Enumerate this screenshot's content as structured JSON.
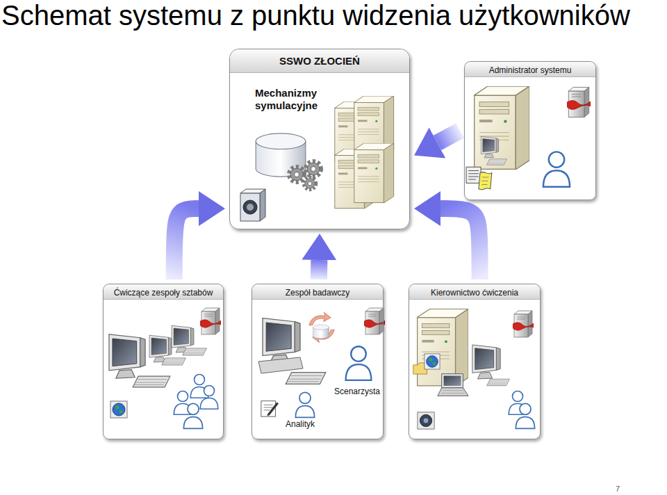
{
  "diagram": {
    "title": "Schemat systemu z punktu widzenia użytkowników",
    "nodes": [
      {
        "text": [
          "SSWO ZŁOCIEŃ",
          "Mechanizmy symulacyjne"
        ]
      },
      {
        "text": [
          "Administrator systemu"
        ]
      },
      {
        "text": [
          "Ćwiczące zespoły sztabów"
        ]
      },
      {
        "text": [
          "Zespół badawczy"
        ]
      },
      {
        "text": [
          "Kierownictwo ćwiczenia"
        ]
      }
    ],
    "edges": [
      {
        "from": 1,
        "to": 0,
        "arrow": "to"
      },
      {
        "from": 2,
        "to": 0,
        "arrow": "to"
      },
      {
        "from": 3,
        "to": 0,
        "arrow": "to"
      },
      {
        "from": 4,
        "to": 0,
        "arrow": "to"
      }
    ],
    "labels": [
      "Scenarzysta",
      "Analityk",
      "7"
    ]
  }
}
